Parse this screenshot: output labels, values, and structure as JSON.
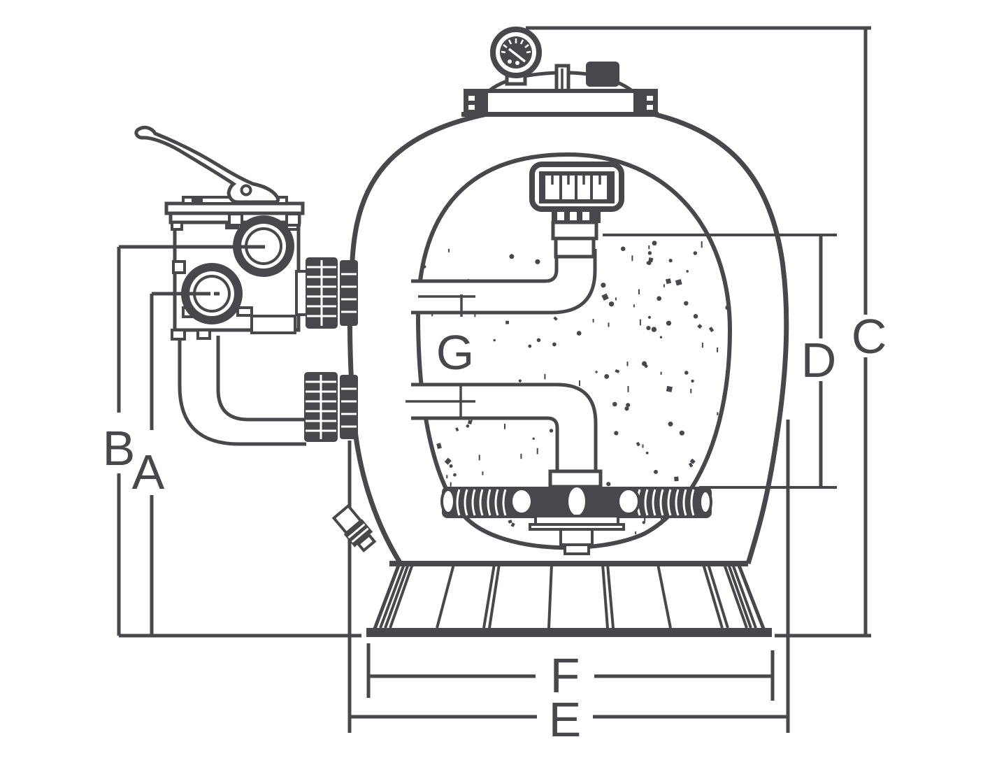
{
  "diagram": {
    "dimension_labels": {
      "A": "A",
      "B": "B",
      "C": "C",
      "D": "D",
      "E": "E",
      "F": "F",
      "G": "G"
    }
  },
  "colors": {
    "line": "#47484c",
    "background": "#ffffff"
  }
}
